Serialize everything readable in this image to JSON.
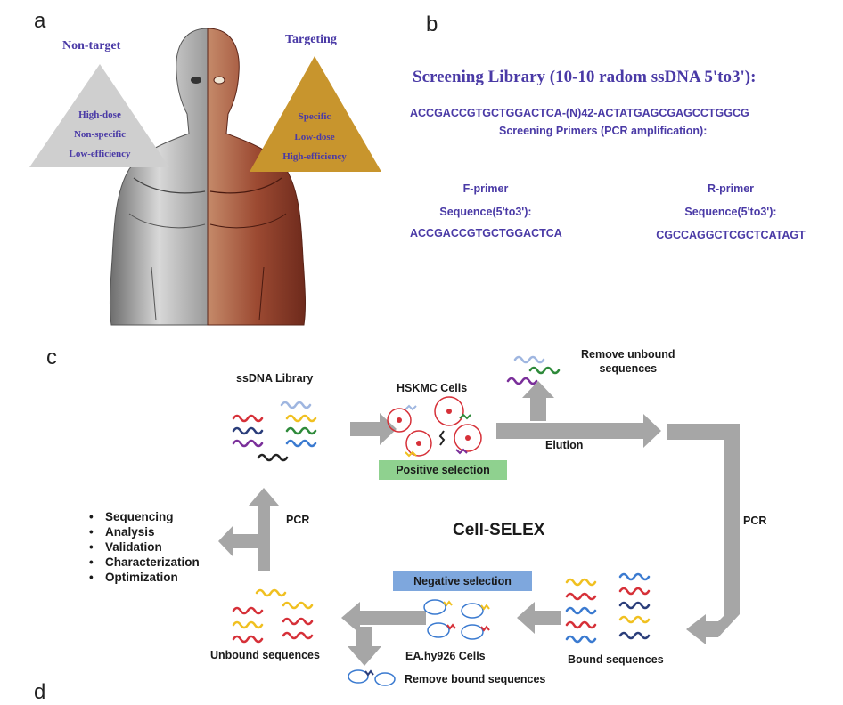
{
  "panel_a": {
    "letter": "a",
    "non_target": {
      "title": "Non-target",
      "lines": [
        "High-dose",
        "Non-specific",
        "Low-efficiency"
      ]
    },
    "targeting": {
      "title": "Targeting",
      "lines": [
        "Specific",
        "Low-dose",
        "High-efficiency"
      ]
    },
    "colors": {
      "grey_triangle": "#cfcfcf",
      "gold_triangle": "#c8952d",
      "text_purple": "#4a3aa6"
    }
  },
  "panel_b": {
    "letter": "b",
    "library_title": "Screening Library (10-10 radom ssDNA 5'to3'):",
    "library_seq": "ACCGACCGTGCTGGACTCA-(N)42-ACTATGAGCGAGCCTGGCG",
    "primers_title": "Screening Primers (PCR amplification):",
    "f_primer": {
      "name": "F-primer",
      "label": "Sequence(5'to3'):",
      "seq": "ACCGACCGTGCTGGACTCA"
    },
    "r_primer": {
      "name": "R-primer",
      "label": "Sequence(5'to3'):",
      "seq": "CGCCAGGCTCGCTCATAGT"
    }
  },
  "panel_c": {
    "letter": "c",
    "center_title": "Cell-SELEX",
    "ssdna_library": "ssDNA Library",
    "hskmc_cells": "HSKMC Cells",
    "positive_selection": "Positive selection",
    "remove_unbound": "Remove unbound\nsequences",
    "elution": "Elution",
    "pcr_right": "PCR",
    "pcr_left": "PCR",
    "bound_sequences": "Bound sequences",
    "negative_selection": "Negative selection",
    "ea_cells": "EA.hy926 Cells",
    "unbound_sequences": "Unbound sequences",
    "remove_bound": "Remove bound sequences",
    "steps": [
      "Sequencing",
      "Analysis",
      "Validation",
      "Characterization",
      "Optimization"
    ],
    "colors": {
      "arrow": "#a6a6a6",
      "positive_bg": "#8fd18f",
      "negative_bg": "#7ea7dd"
    }
  },
  "panel_d": {
    "letter": "d"
  }
}
